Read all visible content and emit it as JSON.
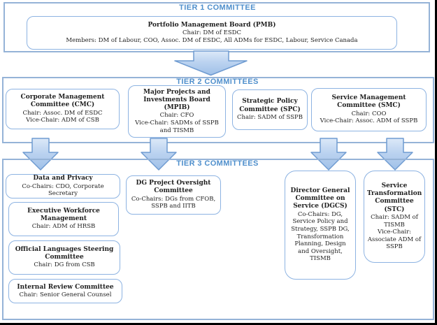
{
  "colors": {
    "accent_blue": "#4f8fcc",
    "box_border": "#8db3e2",
    "container_border": "#95b3d7",
    "arrow_stroke": "#6f9bd1",
    "arrow_fill_light": "#d9e7f7",
    "arrow_fill_dark": "#9fc0e8",
    "text": "#1f1f1f"
  },
  "tier1": {
    "title": "TIER 1 COMMITTEE",
    "pmb": {
      "title": "Portfolio Management Board (PMB)",
      "lines": [
        "Chair: DM of ESDC",
        "Members:  DM of Labour, COO, Assoc. DM of ESDC, All ADMs for ESDC, Labour, Service Canada"
      ]
    }
  },
  "tier2": {
    "title": "TIER 2 COMMITTEES",
    "boxes": [
      {
        "title": "Corporate Management Committee (CMC)",
        "lines": [
          "Chair: Assoc. DM of ESDC",
          "Vice-Chair:  ADM of CSB"
        ]
      },
      {
        "title": "Major Projects and Investments Board (MPIB)",
        "lines": [
          "Chair: CFO",
          "Vice-Chair: SADMs of SSPB and TISMB"
        ]
      },
      {
        "title": "Strategic Policy Committee (SPC)",
        "lines": [
          "Chair: SADM of SSPB",
          ""
        ]
      },
      {
        "title": "Service Management Committee (SMC)",
        "lines": [
          "Chair: COO",
          "Vice-Chair: Assoc. ADM of SSPB"
        ]
      }
    ]
  },
  "tier3": {
    "title": "TIER 3 COMMITTEES",
    "boxes": [
      {
        "title": "Data and Privacy",
        "lines": [
          "Co-Chairs: CDO, Corporate Secretary",
          ""
        ]
      },
      {
        "title": "Executive Workforce Management",
        "lines": [
          "Chair: ADM of HRSB",
          ""
        ]
      },
      {
        "title": "Official Languages Steering Committee",
        "lines": [
          "Chair: DG from CSB",
          ""
        ]
      },
      {
        "title": "Internal Review Committee",
        "lines": [
          "Chair: Senior General Counsel",
          ""
        ]
      },
      {
        "title": "DG Project Oversight Committee",
        "lines": [
          "Co-Chairs: DGs from CFOB, SSPB and IITB",
          ""
        ]
      },
      {
        "title": "Director General Committee on Service (DGCS)",
        "lines": [
          "Co-Chairs: DG, Service Policy and Strategy, SSPB DG, Transformation Planning, Design and Oversight, TISMB",
          ""
        ]
      },
      {
        "title": "Service Transformation Committee (STC)",
        "lines": [
          "Chair: SADM of TISMB",
          "Vice-Chair: Associate ADM of SSPB"
        ]
      }
    ]
  }
}
